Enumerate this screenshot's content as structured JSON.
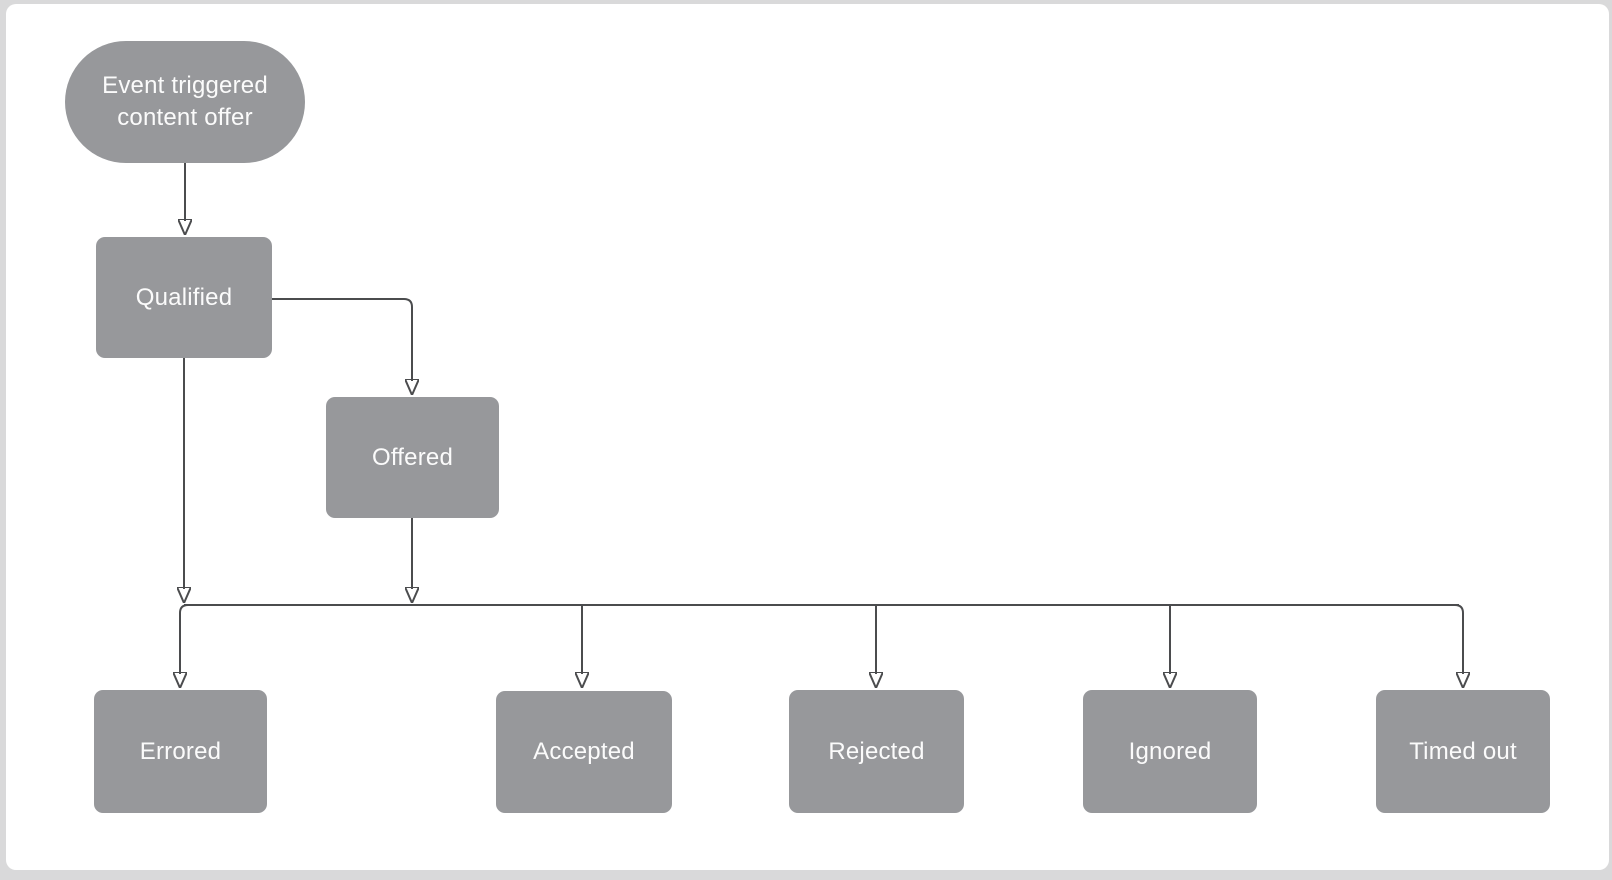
{
  "diagram": {
    "type": "flowchart",
    "nodes": {
      "start": {
        "label": "Event triggered content offer",
        "shape": "stadium"
      },
      "qualified": {
        "label": "Qualified",
        "shape": "rect"
      },
      "offered": {
        "label": "Offered",
        "shape": "rect"
      },
      "errored": {
        "label": "Errored",
        "shape": "rect"
      },
      "accepted": {
        "label": "Accepted",
        "shape": "rect"
      },
      "rejected": {
        "label": "Rejected",
        "shape": "rect"
      },
      "ignored": {
        "label": "Ignored",
        "shape": "rect"
      },
      "timed_out": {
        "label": "Timed out",
        "shape": "rect"
      }
    },
    "edges": [
      {
        "from": "start",
        "to": "qualified"
      },
      {
        "from": "qualified",
        "to": "offered"
      },
      {
        "from": "qualified",
        "to": "errored"
      },
      {
        "from": "offered",
        "to": "errored"
      },
      {
        "from": "offered",
        "to": "accepted"
      },
      {
        "from": "offered",
        "to": "rejected"
      },
      {
        "from": "offered",
        "to": "ignored"
      },
      {
        "from": "offered",
        "to": "timed_out"
      }
    ],
    "colors": {
      "node_fill": "#97989b",
      "node_text": "#fbfbfb",
      "connector": "#4b4c4e",
      "canvas_bg": "#ffffff",
      "page_edge": "#d9d9da"
    }
  }
}
